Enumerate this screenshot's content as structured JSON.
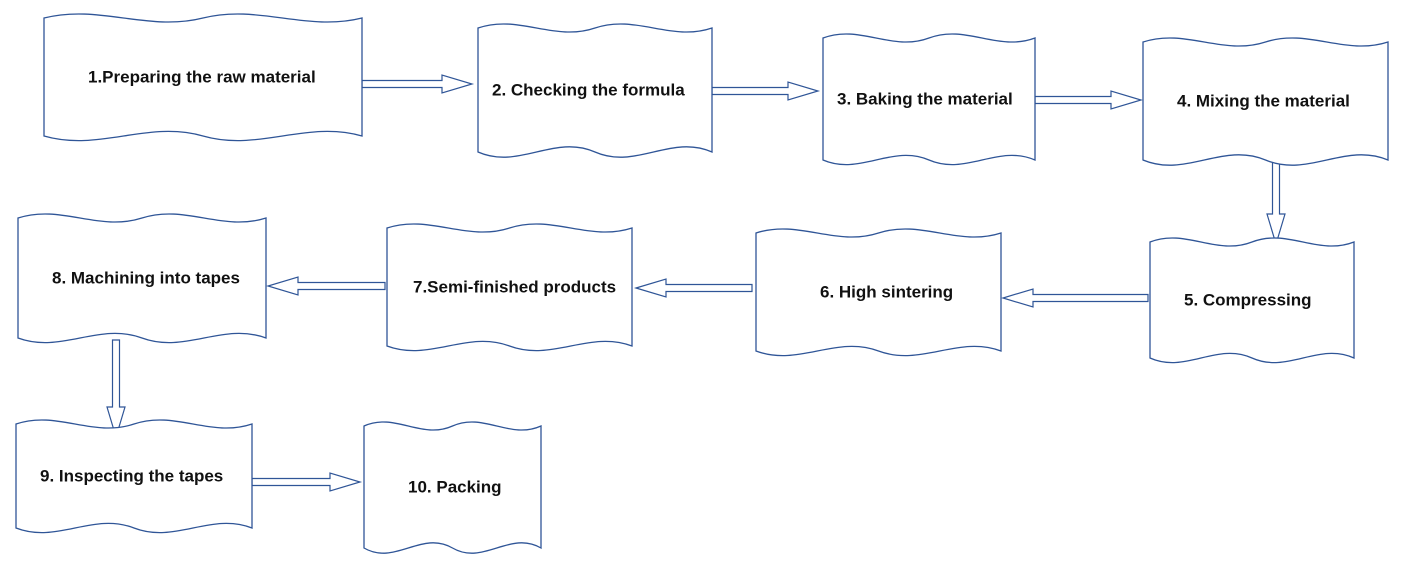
{
  "diagram": {
    "type": "process-flowchart",
    "shape": "wavy-document",
    "colors": {
      "outline": "#2f5597",
      "fill": "#ffffff",
      "text": "#111111"
    },
    "steps": [
      {
        "id": "s1",
        "label": "1.Preparing the raw material"
      },
      {
        "id": "s2",
        "label": "2. Checking the formula"
      },
      {
        "id": "s3",
        "label": "3. Baking the material"
      },
      {
        "id": "s4",
        "label": "4. Mixing the material"
      },
      {
        "id": "s5",
        "label": "5. Compressing"
      },
      {
        "id": "s6",
        "label": "6. High sintering"
      },
      {
        "id": "s7",
        "label": "7.Semi-finished products"
      },
      {
        "id": "s8",
        "label": "8. Machining into tapes"
      },
      {
        "id": "s9",
        "label": "9. Inspecting the tapes"
      },
      {
        "id": "s10",
        "label": "10. Packing"
      }
    ],
    "connections": [
      {
        "from": "s1",
        "to": "s2"
      },
      {
        "from": "s2",
        "to": "s3"
      },
      {
        "from": "s3",
        "to": "s4"
      },
      {
        "from": "s4",
        "to": "s5"
      },
      {
        "from": "s5",
        "to": "s6"
      },
      {
        "from": "s6",
        "to": "s7"
      },
      {
        "from": "s7",
        "to": "s8"
      },
      {
        "from": "s8",
        "to": "s9"
      },
      {
        "from": "s9",
        "to": "s10"
      }
    ]
  }
}
